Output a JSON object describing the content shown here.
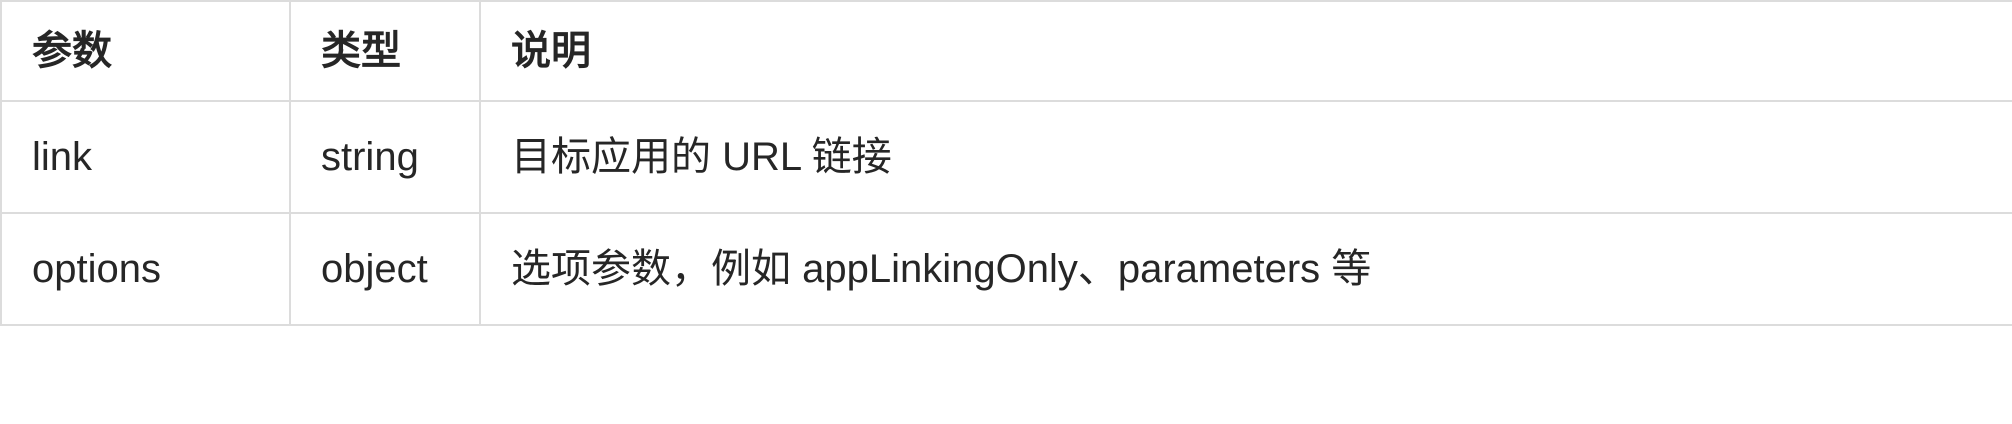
{
  "table": {
    "columns": [
      {
        "label": "参数"
      },
      {
        "label": "类型"
      },
      {
        "label": "说明"
      }
    ],
    "rows": [
      {
        "param": "link",
        "type": "string",
        "desc": "目标应用的 URL 链接"
      },
      {
        "param": "options",
        "type": "object",
        "desc": "选项参数，例如 appLinkingOnly、parameters 等"
      }
    ]
  },
  "colors": {
    "border": "#dcdcdc",
    "text": "#262626",
    "background": "#ffffff"
  }
}
